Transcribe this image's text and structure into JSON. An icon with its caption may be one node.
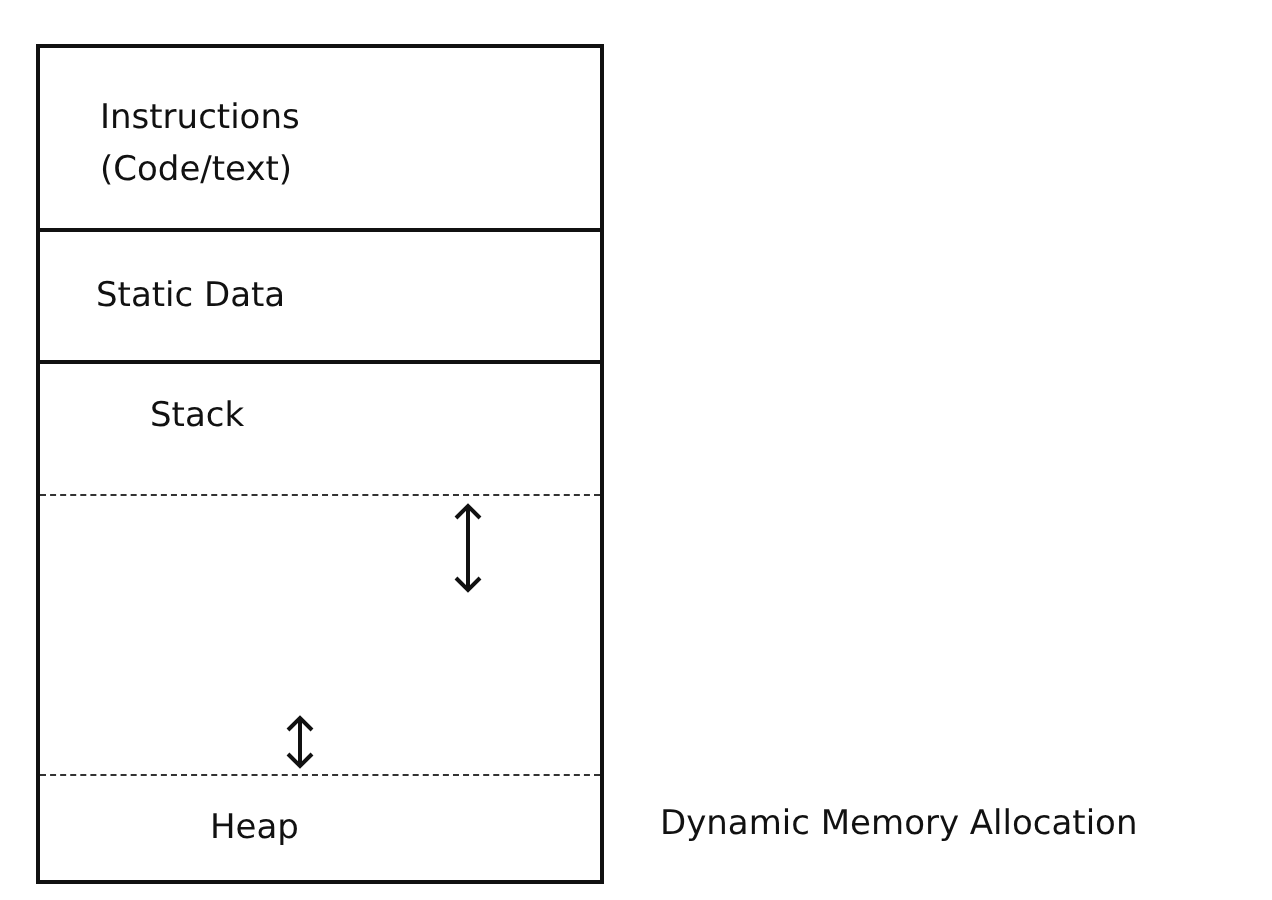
{
  "diagram": {
    "nodes": [
      {
        "text": [
          "Instructions (Code/text)"
        ]
      },
      {
        "text": [
          "Static Data"
        ]
      },
      {
        "text": [
          "Stack"
        ]
      },
      {
        "text": [],
        "shape": "box"
      },
      {
        "text": [
          "Heap"
        ]
      }
    ],
    "edges": [],
    "labels": [
      "Dynamic Memory Allocation"
    ]
  }
}
